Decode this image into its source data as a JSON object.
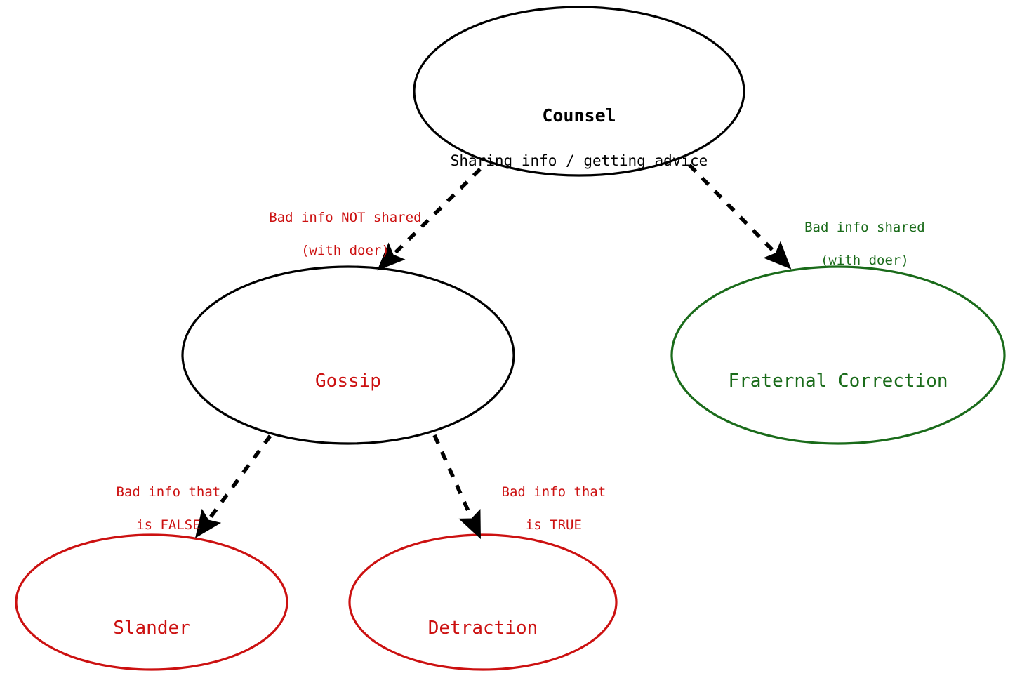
{
  "diagram": {
    "title": "Counsel taxonomy flow diagram",
    "background_color": "#ffffff",
    "colors": {
      "black": "#000000",
      "red": "#cc1111",
      "green": "#1a6b1a"
    },
    "nodes": [
      {
        "id": "counsel",
        "title": "Counsel",
        "subtitle": "Sharing info / getting advice",
        "outline_color": "#000000",
        "text_color": "#000000",
        "shape": "ellipse"
      },
      {
        "id": "gossip",
        "title": "Gossip",
        "outline_color": "#000000",
        "text_color": "#cc1111",
        "shape": "ellipse"
      },
      {
        "id": "fraternal_correction",
        "title": "Fraternal Correction",
        "outline_color": "#1a6b1a",
        "text_color": "#1a6b1a",
        "shape": "ellipse"
      },
      {
        "id": "slander",
        "title": "Slander",
        "outline_color": "#cc1111",
        "text_color": "#cc1111",
        "shape": "ellipse"
      },
      {
        "id": "detraction",
        "title": "Detraction",
        "outline_color": "#cc1111",
        "text_color": "#cc1111",
        "shape": "ellipse"
      }
    ],
    "edges": [
      {
        "id": "counsel_to_gossip",
        "from": "counsel",
        "to": "gossip",
        "label_line1": "Bad info NOT shared",
        "label_line2": "(with doer)",
        "label_color": "#cc1111",
        "line_style": "dashed",
        "line_color": "#000000"
      },
      {
        "id": "counsel_to_fraternal_correction",
        "from": "counsel",
        "to": "fraternal_correction",
        "label_line1": "Bad info shared",
        "label_line2": "(with doer)",
        "label_color": "#1a6b1a",
        "line_style": "dashed",
        "line_color": "#000000"
      },
      {
        "id": "gossip_to_slander",
        "from": "gossip",
        "to": "slander",
        "label_line1": "Bad info that",
        "label_line2": "is FALSE",
        "label_color": "#cc1111",
        "line_style": "dashed",
        "line_color": "#000000"
      },
      {
        "id": "gossip_to_detraction",
        "from": "gossip",
        "to": "detraction",
        "label_line1": "Bad info that",
        "label_line2": "is TRUE",
        "label_color": "#cc1111",
        "line_style": "dashed",
        "line_color": "#000000"
      }
    ]
  }
}
